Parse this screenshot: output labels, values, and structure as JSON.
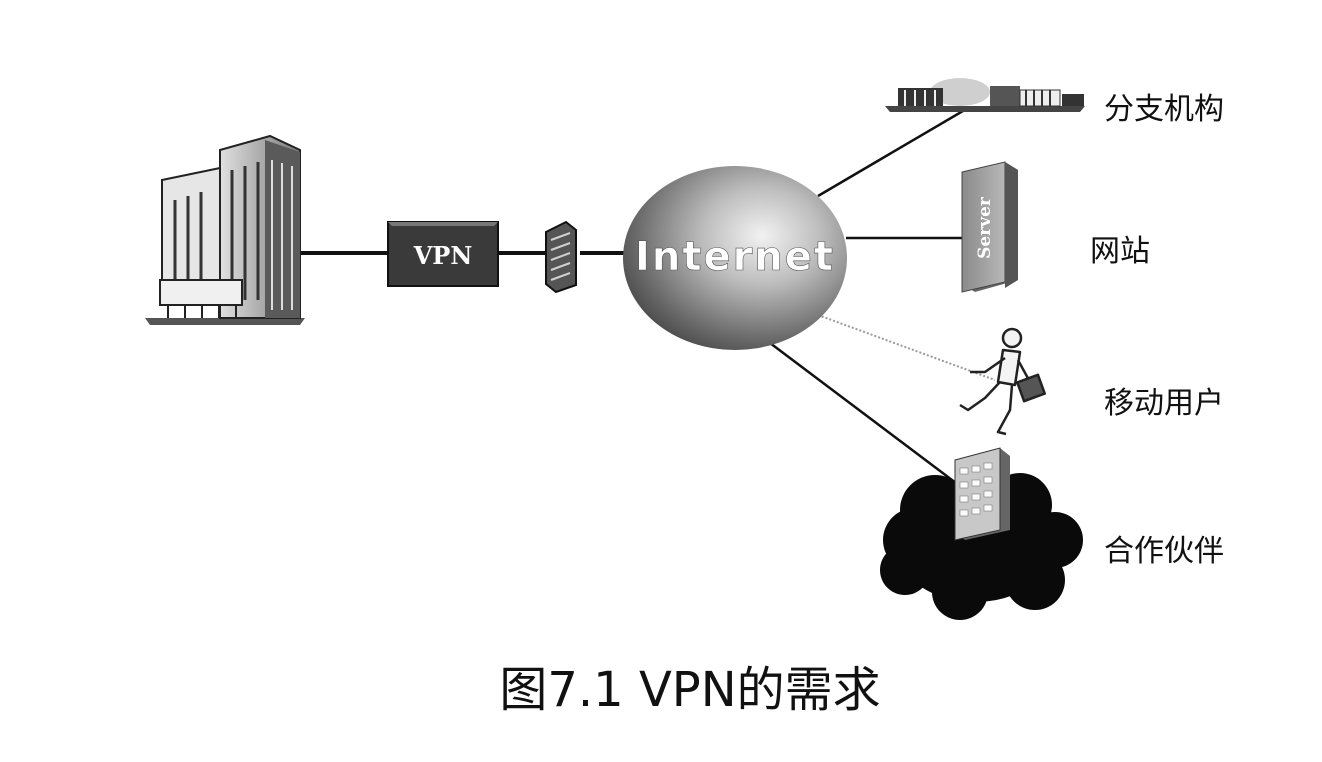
{
  "diagram": {
    "vpn_box_label": "VPN",
    "internet_label": "Internet",
    "server_label": "Server",
    "endpoints": {
      "branch": "分支机构",
      "website": "网站",
      "mobile_user": "移动用户",
      "partner": "合作伙伴"
    }
  },
  "caption": "图7.1 VPN的需求"
}
